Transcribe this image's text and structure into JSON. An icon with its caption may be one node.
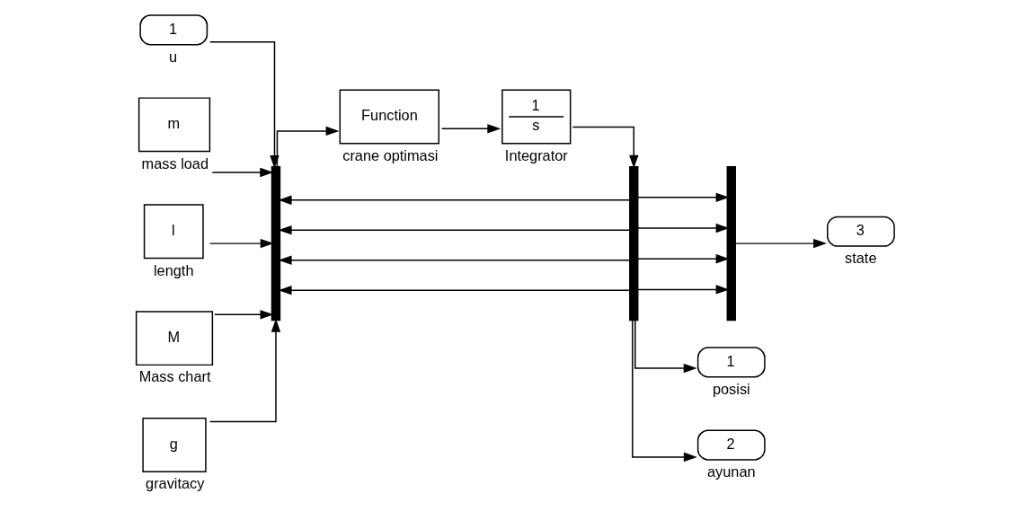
{
  "diagram": {
    "nodes": [
      {
        "text": [
          "1"
        ],
        "beside": [
          "u"
        ]
      },
      {
        "text": [
          "m"
        ],
        "beside": [
          "mass load"
        ]
      },
      {
        "text": [
          "l"
        ],
        "beside": [
          "length"
        ]
      },
      {
        "text": [
          "M"
        ],
        "beside": [
          "Mass chart"
        ]
      },
      {
        "text": [
          "g"
        ],
        "beside": [
          "gravitacy"
        ]
      },
      {
        "text": [],
        "shape": "bar"
      },
      {
        "text": [
          "Function"
        ],
        "beside": [
          "crane optimasi"
        ]
      },
      {
        "text": [
          "1",
          "s"
        ],
        "beside": [
          "Integrator"
        ]
      },
      {
        "text": [],
        "shape": "bar"
      },
      {
        "text": [],
        "shape": "bar"
      },
      {
        "text": [
          "1"
        ],
        "beside": [
          "posisi"
        ]
      },
      {
        "text": [
          "2"
        ],
        "beside": [
          "ayunan"
        ]
      },
      {
        "text": [
          "3"
        ],
        "beside": [
          "state"
        ]
      }
    ],
    "edges": [
      {
        "from": 0,
        "to": 5,
        "arrow": "to"
      },
      {
        "from": 8,
        "to": 5,
        "arrow": "to"
      },
      {
        "from": 8,
        "to": 5,
        "arrow": "to"
      },
      {
        "from": 8,
        "to": 5,
        "arrow": "to"
      },
      {
        "from": 8,
        "to": 5,
        "arrow": "to"
      },
      {
        "from": 1,
        "to": 5,
        "arrow": "to"
      },
      {
        "from": 2,
        "to": 5,
        "arrow": "to"
      },
      {
        "from": 3,
        "to": 5,
        "arrow": "to"
      },
      {
        "from": 4,
        "to": 5,
        "arrow": "to"
      },
      {
        "from": 5,
        "to": 6,
        "arrow": "to"
      },
      {
        "from": 6,
        "to": 7,
        "arrow": "to"
      },
      {
        "from": 7,
        "to": 8,
        "arrow": "to"
      },
      {
        "from": 8,
        "to": 10,
        "arrow": "to"
      },
      {
        "from": 8,
        "to": 11,
        "arrow": "to"
      },
      {
        "from": 8,
        "to": 9,
        "arrow": "to"
      },
      {
        "from": 8,
        "to": 9,
        "arrow": "to"
      },
      {
        "from": 8,
        "to": 9,
        "arrow": "to"
      },
      {
        "from": 8,
        "to": 9,
        "arrow": "to"
      },
      {
        "from": 9,
        "to": 12,
        "arrow": "to"
      }
    ]
  }
}
